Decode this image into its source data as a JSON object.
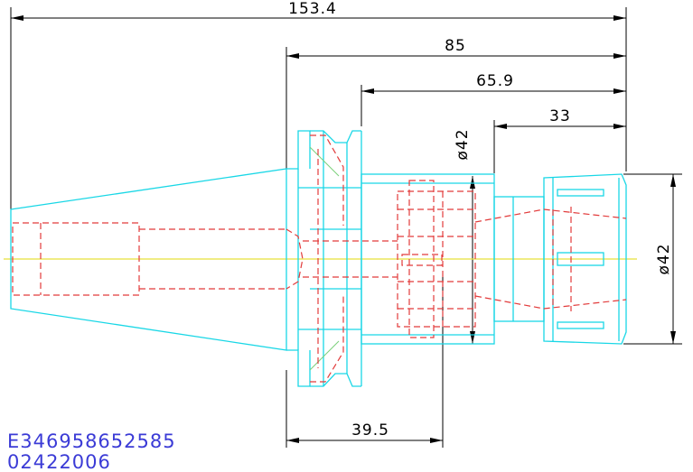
{
  "dimensions": {
    "overall_length": "153.4",
    "length_85": "85",
    "length_65_9": "65.9",
    "length_33": "33",
    "length_39_5": "39.5",
    "diameter_inner": "ø42",
    "diameter_outer": "ø42"
  },
  "part_codes": {
    "code_line_1": "E346958652585",
    "code_line_2": "02422006"
  },
  "colors": {
    "outline": "#19d7e6",
    "hidden_lines": "#e23b3b",
    "center_line": "#e8e13a",
    "dimension": "#000000",
    "code_text": "#3b3bd6"
  }
}
